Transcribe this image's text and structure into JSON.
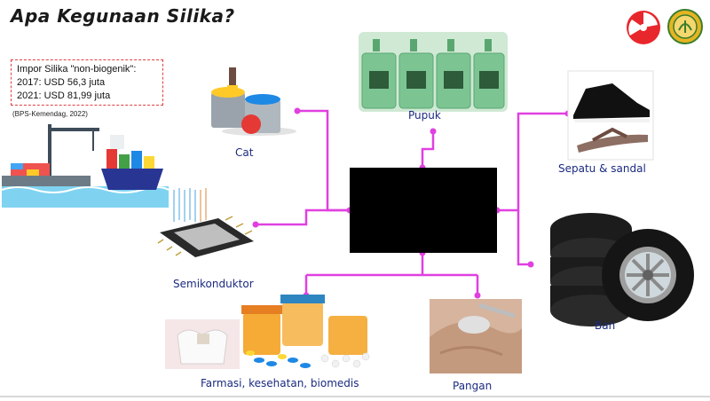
{
  "title": "Apa Kegunaan Silika?",
  "info": {
    "line1": "Impor Silika \"non-biogenik\":",
    "line2": "2017: USD 56,3 juta",
    "line3": "2021: USD 81,99 juta",
    "source": "(BPS-Kemendag, 2022)"
  },
  "uses": {
    "pupuk": "Pupuk",
    "cat": "Cat",
    "semikonduktor": "Semikonduktor",
    "sepatu": "Sepatu & sandal",
    "ban": "Ban",
    "farmasi": "Farmasi, kesehatan, biomedis",
    "pangan": "Pangan"
  },
  "colors": {
    "connector": "#e040e0",
    "label": "#1b2a80",
    "info_border": "#e04040",
    "logo_red": "#e8272c",
    "logo_green": "#3a7d2c",
    "logo_gold": "#e6b422"
  },
  "icons": [
    "cargo-ship-icon",
    "paint-cans-icon",
    "fertilizer-jugs-icon",
    "microchip-icon",
    "shoe-sandal-icon",
    "tires-icon",
    "medicine-pills-icon",
    "food-scoop-icon",
    "ministry-logo-icon"
  ]
}
